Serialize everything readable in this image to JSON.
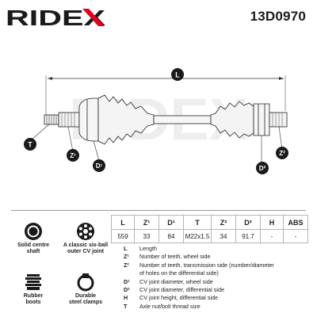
{
  "brand": {
    "name": "RIDEX"
  },
  "part_number": "13D0970",
  "diagram": {
    "watermark": "RIDEX",
    "labels": {
      "length": "L",
      "thread": "T",
      "z1": "Z¹",
      "d1": "D¹",
      "d2": "D²",
      "z2": "Z²"
    }
  },
  "spec_table": {
    "headers": [
      "L",
      "Z¹",
      "D¹",
      "T",
      "Z²",
      "D²",
      "H",
      "ABS"
    ],
    "values": [
      "559",
      "33",
      "84",
      "M22x1.5",
      "34",
      "91.7",
      "-",
      "-"
    ]
  },
  "legend": [
    {
      "key": "L",
      "text": "Length"
    },
    {
      "key": "Z¹",
      "text": "Number of teeth, wheel side"
    },
    {
      "key": "Z²",
      "text": "Number of teeth, transmission side (number/diameter"
    },
    {
      "key": "",
      "text": "of holes on the differential side)"
    },
    {
      "key": "D¹",
      "text": "CV joint diameter, wheel side"
    },
    {
      "key": "D²",
      "text": "CV joint diameter, differential side"
    },
    {
      "key": "H",
      "text": "CV joint height, differential side"
    },
    {
      "key": "T",
      "text": "Axle nut/bolt thread size"
    }
  ],
  "features": [
    {
      "icon": "solid-shaft-icon",
      "line1": "Solid centre",
      "line2": "shaft"
    },
    {
      "icon": "cv-joint-icon",
      "line1": "A classic six-ball",
      "line2": "outer CV joint"
    },
    {
      "icon": "rubber-boot-icon",
      "line1": "Rubber",
      "line2": "boots"
    },
    {
      "icon": "steel-clamp-icon",
      "line1": "Durable",
      "line2": "steel clamps"
    }
  ],
  "colors": {
    "brand_red": "#e3001b",
    "text": "#1a1a1a",
    "marker": "#1a1a1a",
    "line": "#9a9a9a"
  }
}
